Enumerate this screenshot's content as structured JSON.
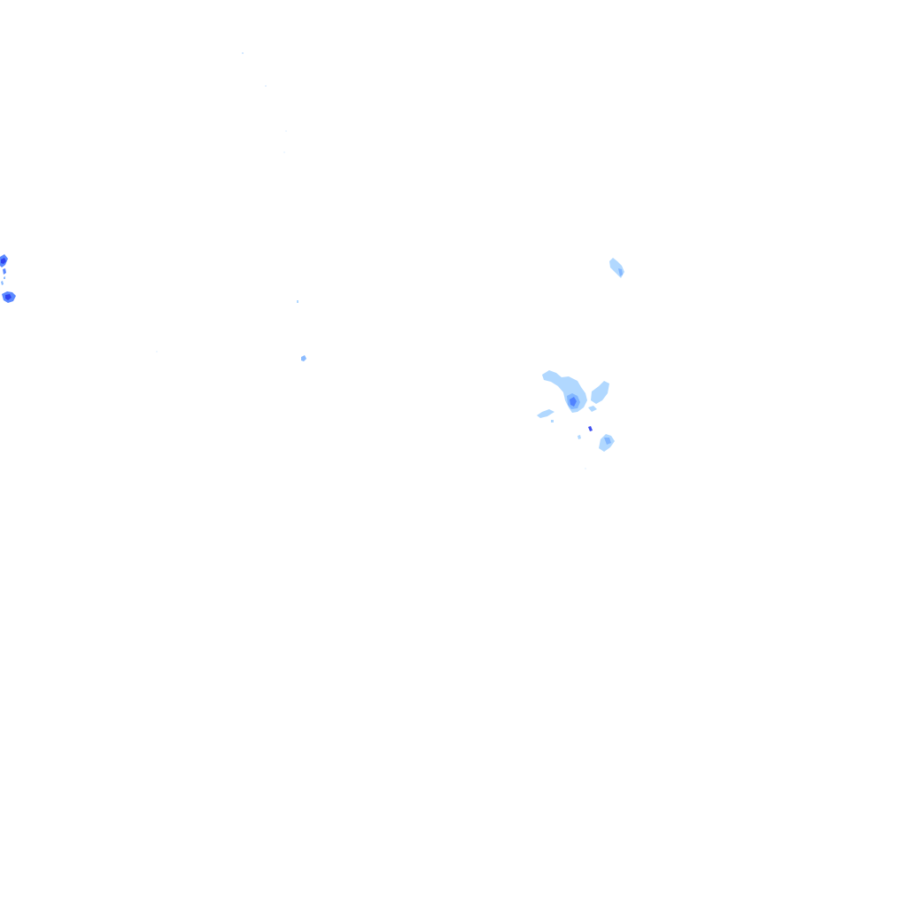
{
  "background_color": "#ffffff",
  "intensity_colors": {
    "light": "#a8d4ff",
    "medium": "#7eb4ff",
    "heavy": "#4a7cff",
    "intense": "#2a3cf0"
  },
  "precipitation_cells": [
    {
      "id": "west-edge-cluster",
      "level": "intense"
    },
    {
      "id": "north-east-cell",
      "level": "light"
    },
    {
      "id": "central-east-cluster",
      "level": "heavy"
    },
    {
      "id": "south-east-cell",
      "level": "medium"
    },
    {
      "id": "central-speck",
      "level": "medium"
    }
  ]
}
